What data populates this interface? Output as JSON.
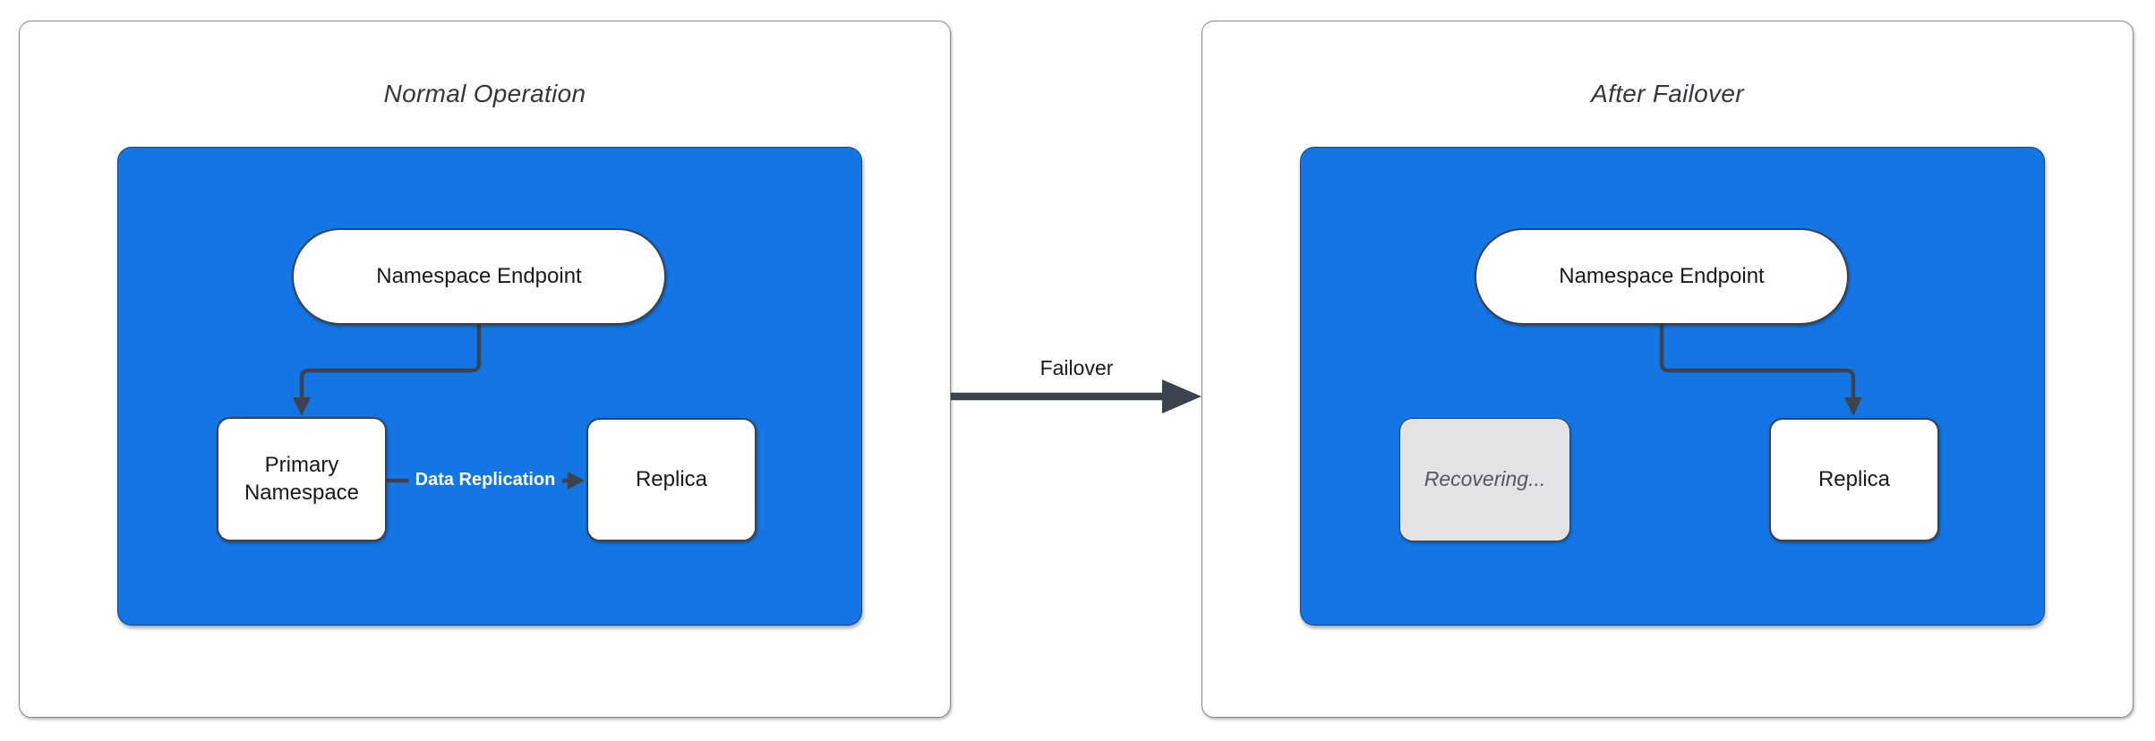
{
  "colors": {
    "background": "#ffffff",
    "panel_fill": "#ffffff",
    "panel_border": "#8a8a8a",
    "blue_fill": "#1476e4",
    "node_fill": "#ffffff",
    "node_border": "#3a414c",
    "connector": "#3c434f",
    "title_text": "#33363d",
    "node_text": "#17191d",
    "edge_label_text": "#ffffff",
    "recovering_fill": "#e3e3e6",
    "recovering_text": "#53575f",
    "failover_label_text": "#17191d"
  },
  "panels": [
    {
      "title": "Normal Operation",
      "endpoint_label": "Namespace Endpoint",
      "primary_label": "Primary Namespace",
      "replica_label": "Replica",
      "edge_label": "Data Replication"
    },
    {
      "title": "After Failover",
      "endpoint_label": "Namespace Endpoint",
      "recovering_label": "Recovering...",
      "replica_label": "Replica"
    }
  ],
  "failover": {
    "label": "Failover"
  }
}
